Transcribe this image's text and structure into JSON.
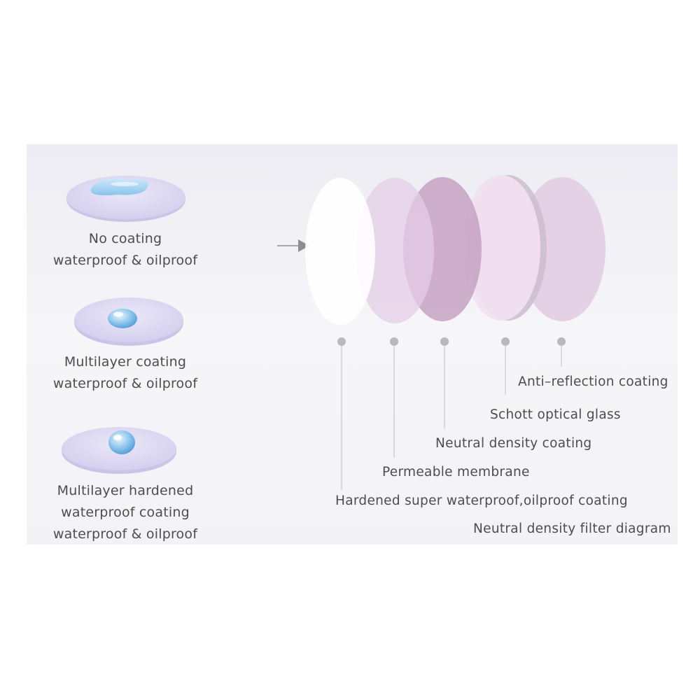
{
  "left_samples": [
    {
      "lines": [
        "No coating",
        "waterproof & oilproof"
      ]
    },
    {
      "lines": [
        "Multilayer coating",
        "waterproof & oilproof"
      ]
    },
    {
      "lines": [
        "Multilayer hardened",
        "waterproof coating",
        "waterproof & oilproof"
      ]
    }
  ],
  "layers": [
    {
      "label": "Hardened super waterproof,oilproof coating",
      "color": "#ffffff"
    },
    {
      "label": "Permeable membrane",
      "color": "#e9d6ea"
    },
    {
      "label": "Neutral density coating",
      "color": "#c9a8c8"
    },
    {
      "label": "Schott optical glass",
      "color": "#f0def0"
    },
    {
      "label": "Anti–reflection coating",
      "color": "#e6d2e6"
    }
  ],
  "caption": "Neutral density filter diagram",
  "colors": {
    "text": "#4d4d4d",
    "dot": "#b9b9bc",
    "leader": "#c6c6c9",
    "lens_disc": "#dcd8f0",
    "water": "#9fcfee"
  }
}
